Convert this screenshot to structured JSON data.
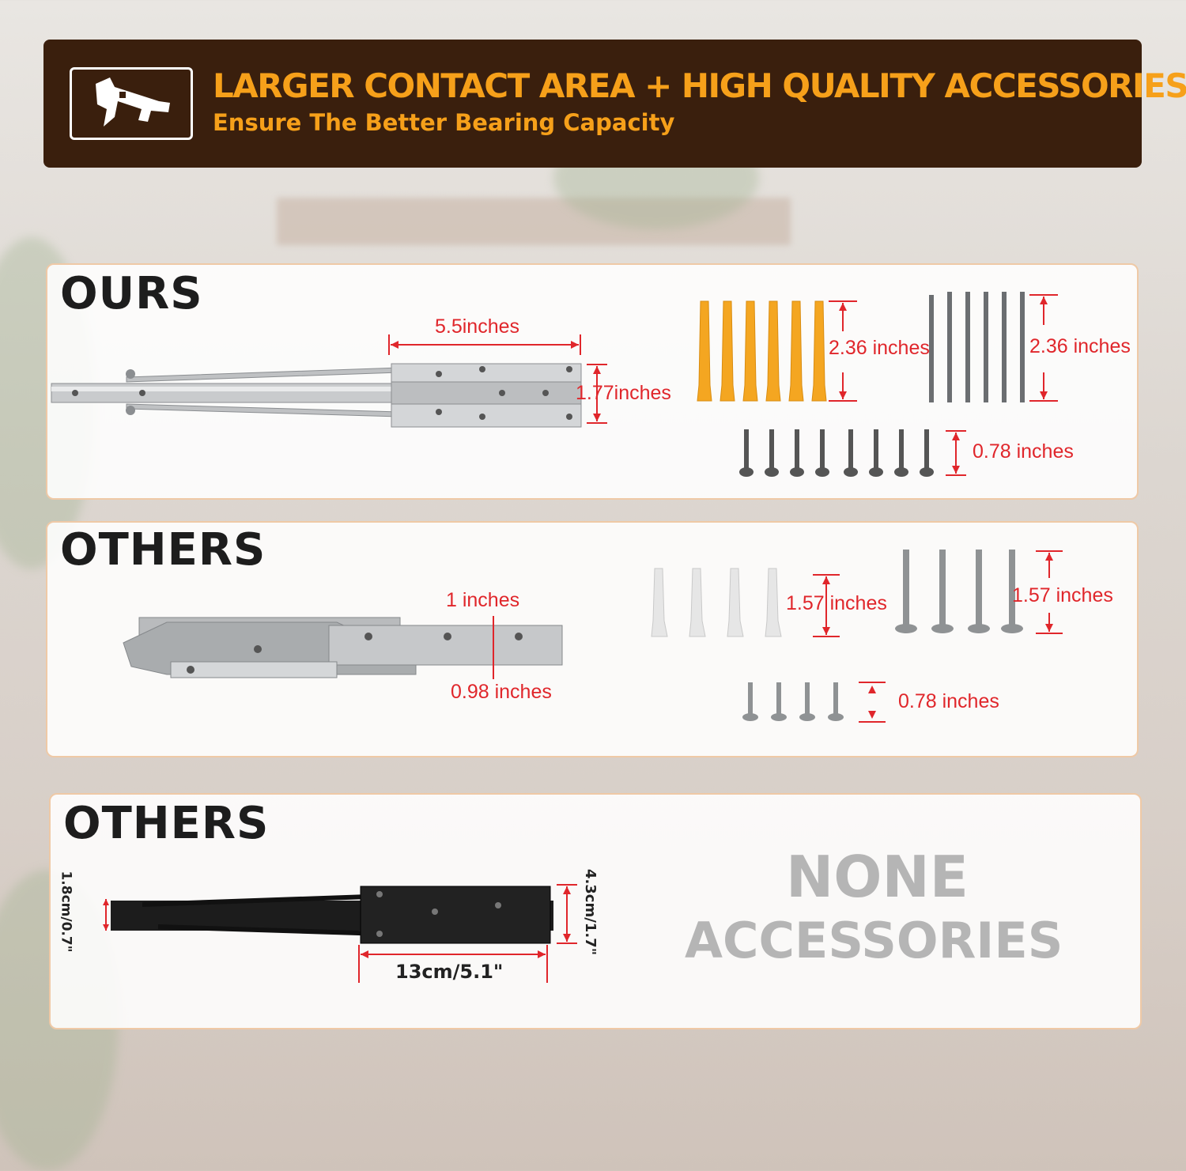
{
  "header": {
    "title": "LARGER CONTACT AREA + HIGH QUALITY ACCESSORIES",
    "subtitle": "Ensure The Better Bearing Capacity",
    "icon": "caliper-icon",
    "colors": {
      "banner_bg": "#3a1f0d",
      "title": "#f6a01a"
    }
  },
  "panels": {
    "ours": {
      "title": "OURS",
      "bracket_length": "5.5inches",
      "bracket_height": "1.77inches",
      "anchor_length": "2.36 inches",
      "nail_length": "2.36 inches",
      "screw_length": "0.78 inches"
    },
    "others1": {
      "title": "OTHERS",
      "bracket_width_top": "1 inches",
      "bracket_width_bottom": "0.98 inches",
      "anchor_length": "1.57 inches",
      "screw_long_length": "1.57  inches",
      "screw_short_length": "0.78 inches"
    },
    "others2": {
      "title": "OTHERS",
      "bracket_left_height": "1.8cm/0.7\"",
      "bracket_right_height": "4.3cm/1.7\"",
      "bracket_length": "13cm/5.1\"",
      "none_line1": "NONE",
      "none_line2": "ACCESSORIES"
    }
  },
  "colors": {
    "measure_red": "#e0262b",
    "anchor_orange": "#f4a621",
    "panel_border": "#efc9a6"
  }
}
